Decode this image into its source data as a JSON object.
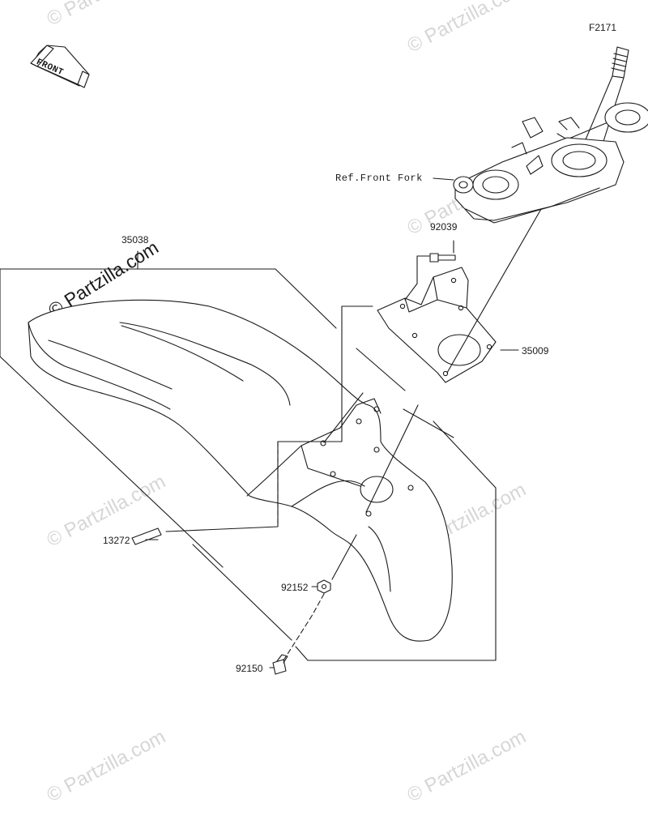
{
  "figure_code": "F2171",
  "front_label": "FRONT",
  "ref_label": "Ref.Front Fork",
  "parts": {
    "fender": "35038",
    "bracket": "35009",
    "bolt_top": "92039",
    "plate": "13272",
    "nut": "92152",
    "bolt_bottom": "92150"
  },
  "watermark": "© Partzilla.com",
  "colors": {
    "line": "#1a1a1a",
    "watermark": "#d6d6d6",
    "background": "#ffffff"
  }
}
